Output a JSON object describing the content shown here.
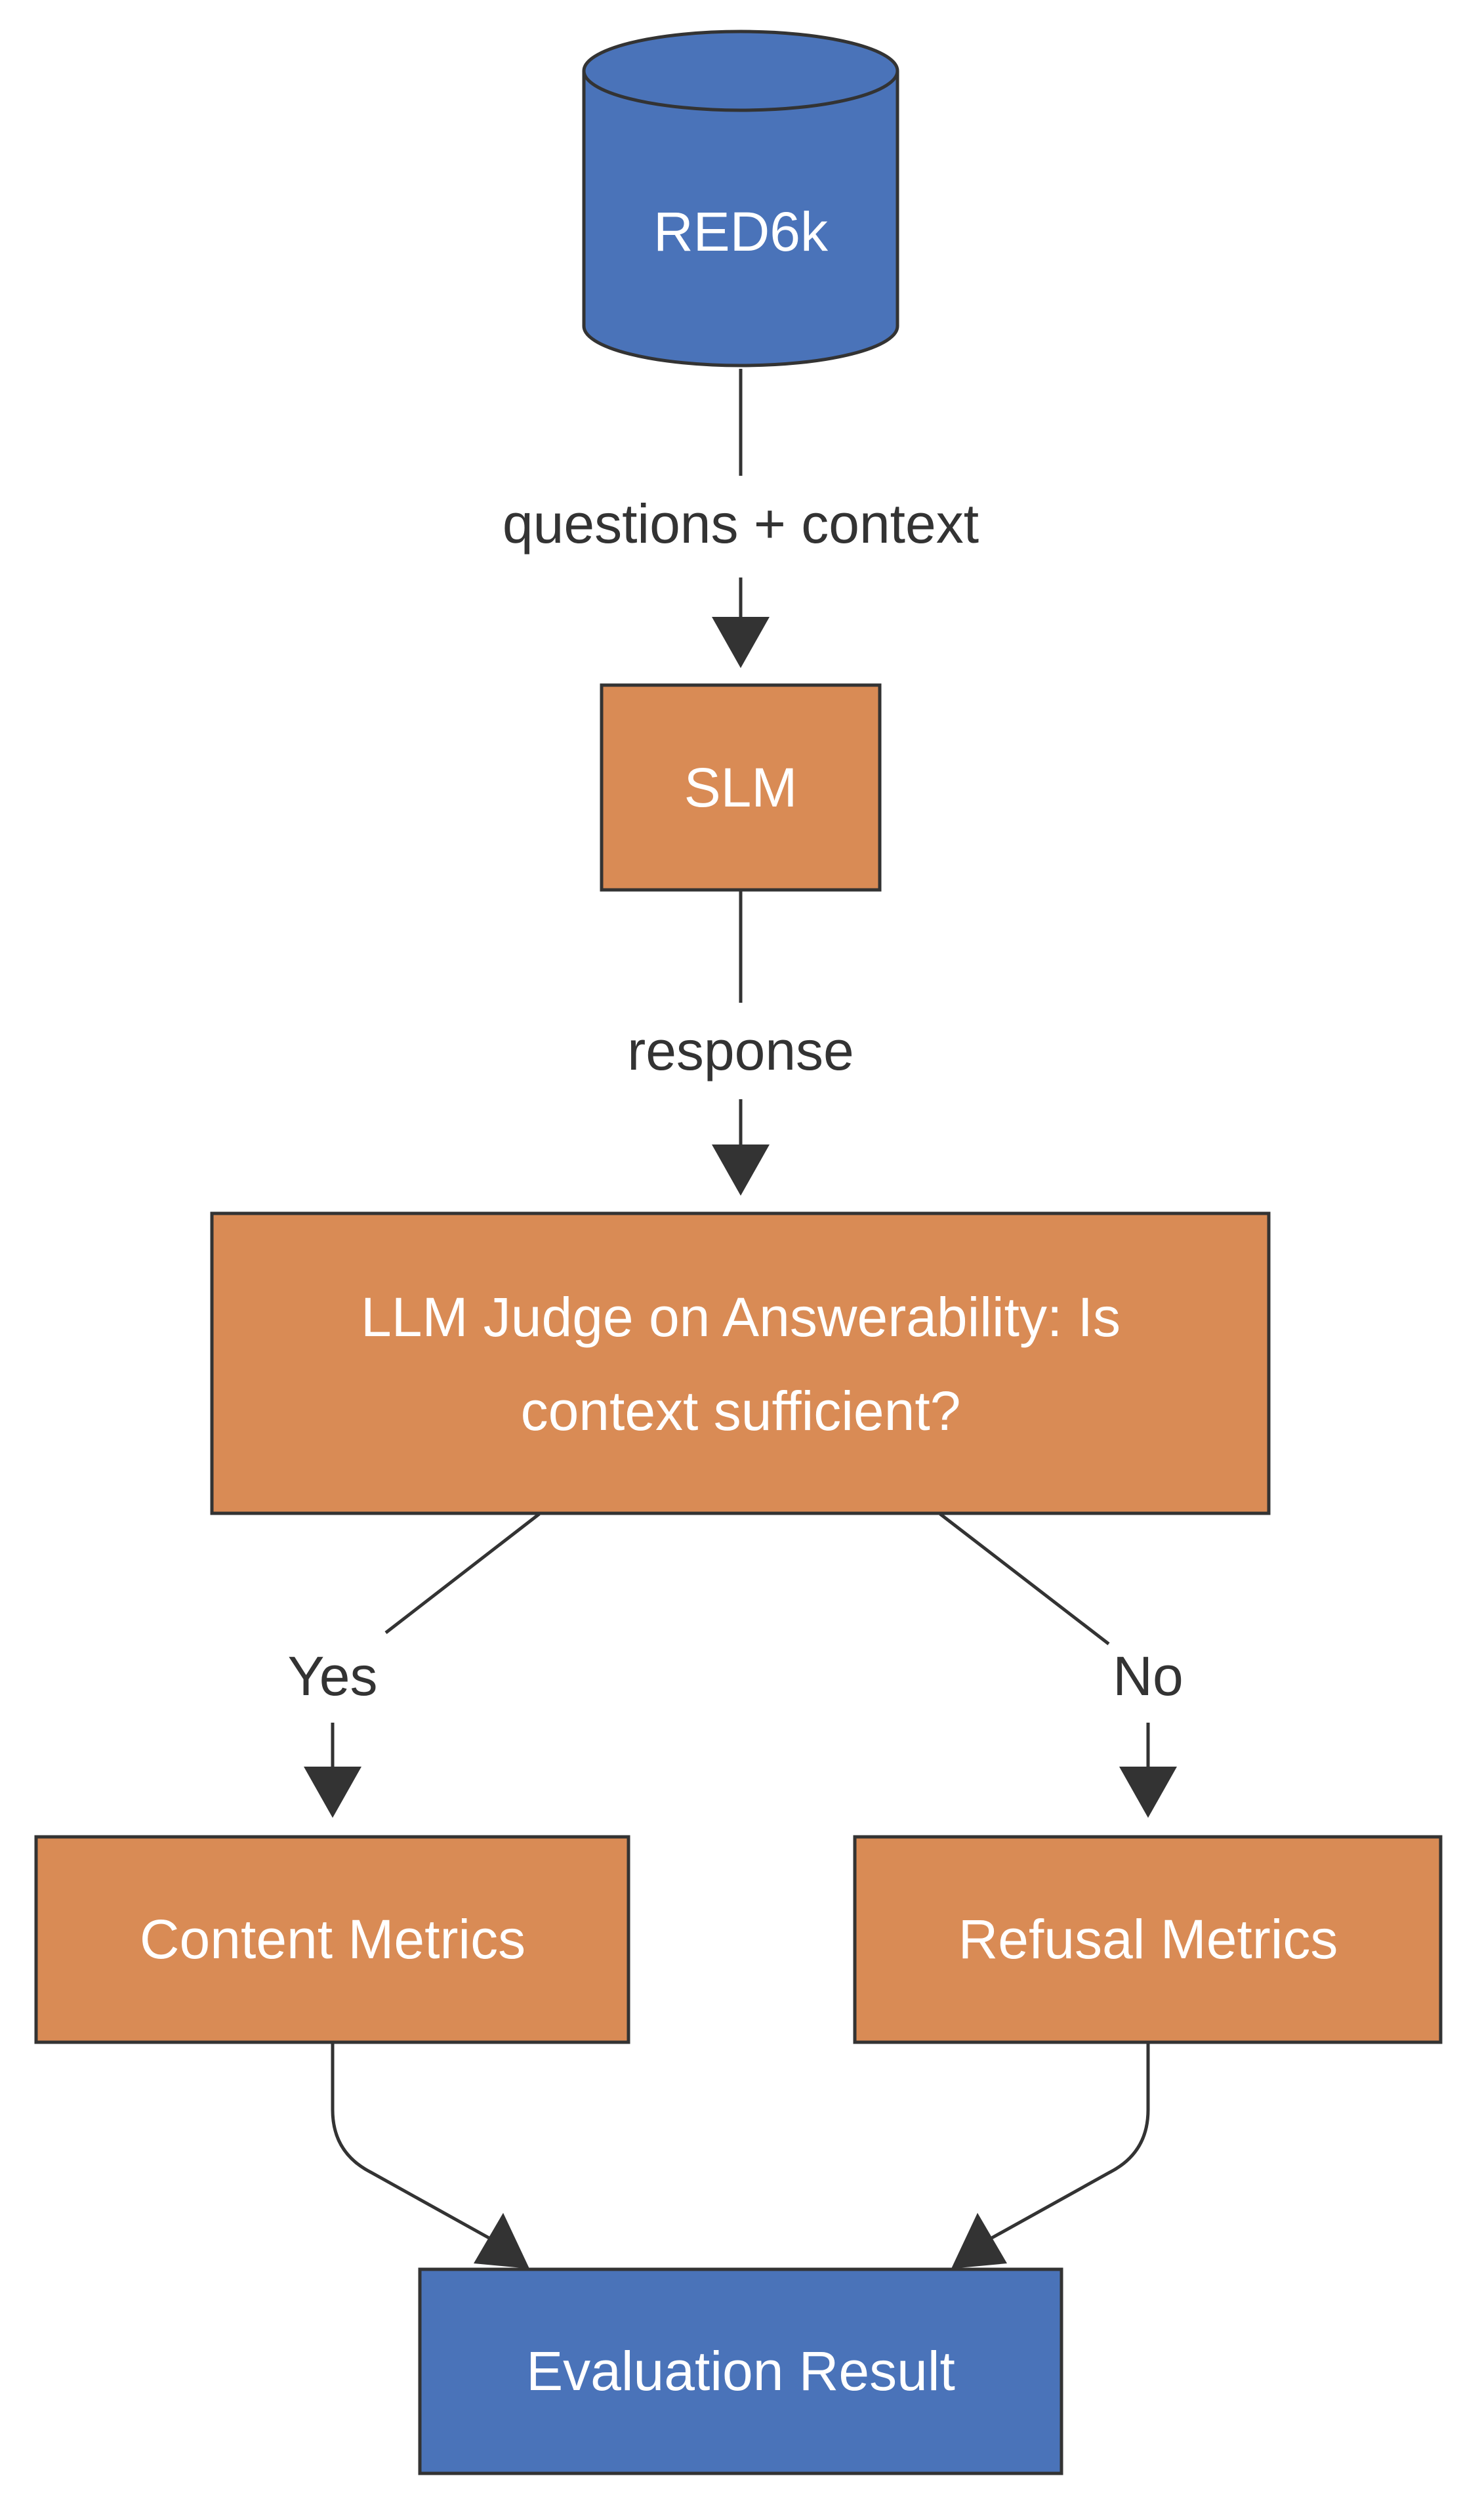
{
  "colors": {
    "blue_fill": "#4a73b9",
    "orange_fill": "#d98b55",
    "stroke": "#333333",
    "text_dark": "#333333",
    "text_light": "#ffffff"
  },
  "nodes": {
    "dataset": "RED6k",
    "slm": "SLM",
    "judge_line1": "LLM Judge on Answerability: Is",
    "judge_line2": "context sufficient?",
    "content_metrics": "Content Metrics",
    "refusal_metrics": "Refusal Metrics",
    "evaluation_result": "Evaluation Result"
  },
  "edges": {
    "dataset_to_slm": "questions + context",
    "slm_to_judge": "response",
    "judge_yes": "Yes",
    "judge_no": "No"
  }
}
